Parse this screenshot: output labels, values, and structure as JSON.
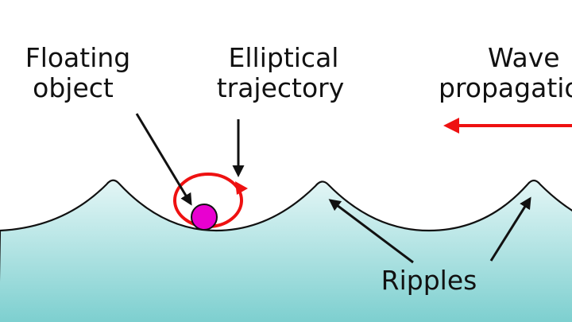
{
  "labels": {
    "floating_object": [
      "Floating",
      "object"
    ],
    "elliptical_trajectory": [
      "Elliptical",
      "trajectory"
    ],
    "wave_propagation": [
      "Wave",
      "propagation"
    ],
    "ripples": "Ripples"
  },
  "colors": {
    "water_top": "#d6f2f2",
    "water_bottom": "#7ccfcf",
    "trajectory": "#ee1111",
    "propagation_arrow": "#ee1111",
    "floating_object": "#e800d0"
  }
}
